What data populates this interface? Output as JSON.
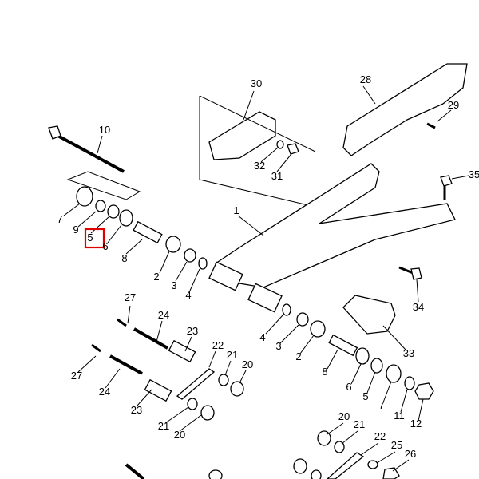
{
  "diagram": {
    "highlight_color": "#e00000",
    "highlighted_part": "5",
    "callouts": {
      "c10": "10",
      "c30": "30",
      "c28": "28",
      "c29": "29",
      "c35": "35",
      "c32": "32",
      "c31": "31",
      "c1": "1",
      "c7a": "7",
      "c9": "9",
      "c5a": "5",
      "c6a": "6",
      "c8a": "8",
      "c2a": "2",
      "c3a": "3",
      "c4a": "4",
      "c27a": "27",
      "c24a": "24",
      "c23a": "23",
      "c22a": "22",
      "c21a": "21",
      "c20a": "20",
      "c27b": "27",
      "c24b": "24",
      "c23b": "23",
      "c21b": "21",
      "c20b": "20",
      "c4b": "4",
      "c3b": "3",
      "c2b": "2",
      "c8b": "8",
      "c6b": "6",
      "c5b": "5",
      "c7b": "7",
      "c11": "11",
      "c12": "12",
      "c34": "34",
      "c33": "33",
      "c20c": "20",
      "c21c": "21",
      "c22c": "22",
      "c25": "25",
      "c26": "26"
    }
  }
}
